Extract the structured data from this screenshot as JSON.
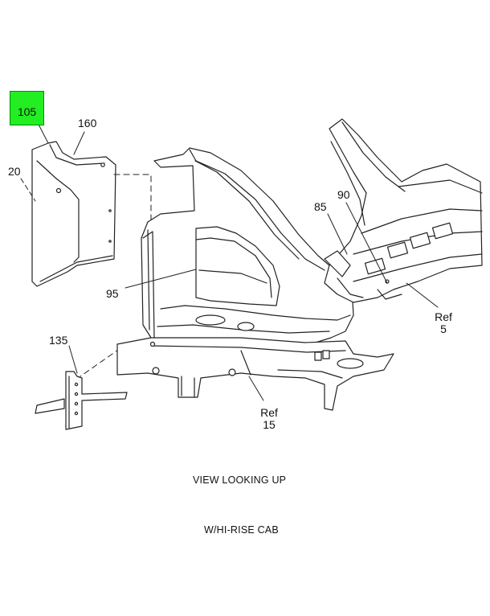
{
  "callouts": {
    "c105": "105",
    "c160": "160",
    "c20": "20",
    "c95": "95",
    "c85": "85",
    "c90": "90",
    "c135": "135",
    "ref5_a": "Ref",
    "ref5_b": "5",
    "ref15_a": "Ref",
    "ref15_b": "15"
  },
  "captions": {
    "view": "VIEW LOOKING UP",
    "cab": "W/HI-RISE CAB"
  },
  "colors": {
    "highlight": "#22ee22",
    "line": "#222222"
  }
}
